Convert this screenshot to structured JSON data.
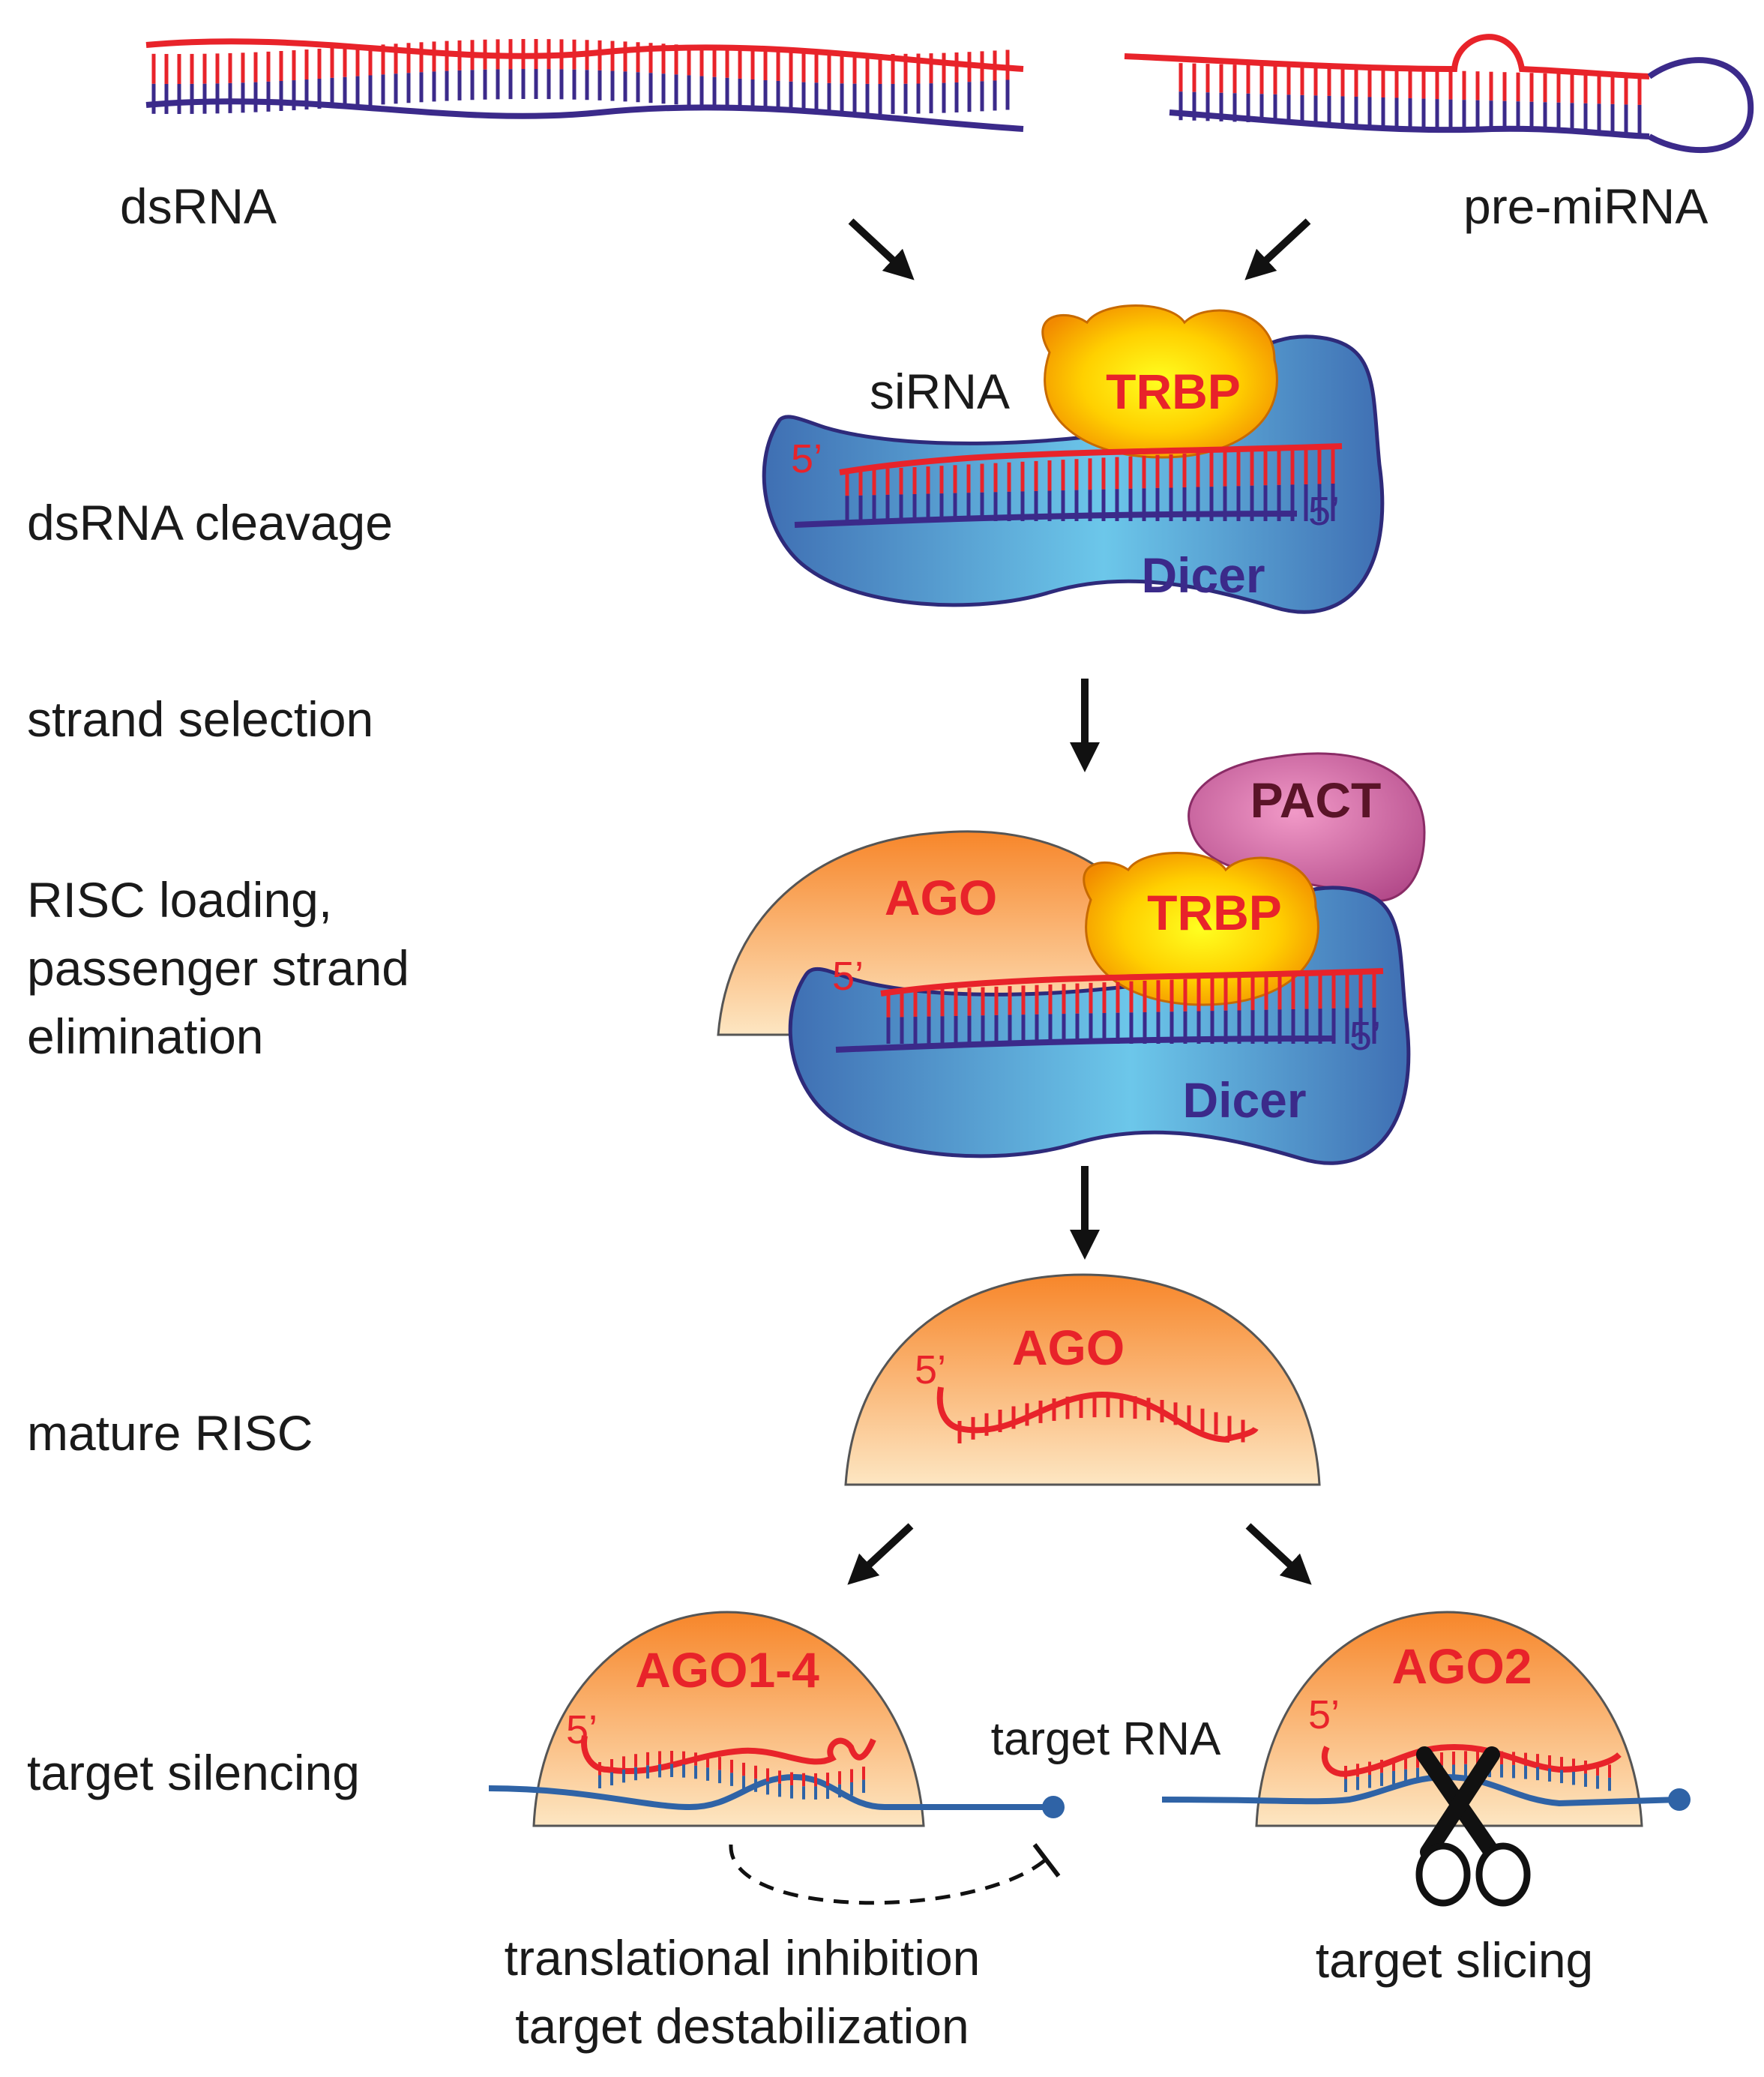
{
  "inputs": {
    "dsrna": "dsRNA",
    "pre_mirna": "pre-miRNA"
  },
  "steps": {
    "cleavage": "dsRNA cleavage",
    "selection": "strand selection",
    "loading": "RISC loading,\npassenger strand\nelimination",
    "mature": "mature RISC",
    "silencing": "target silencing"
  },
  "complex1": {
    "sirna": "siRNA",
    "trbp": "TRBP",
    "dicer": "Dicer",
    "five_prime_red": "5’",
    "five_prime_blue": "5’"
  },
  "complex2": {
    "pact": "PACT",
    "ago": "AGO",
    "trbp": "TRBP",
    "dicer": "Dicer",
    "five_prime_red": "5’",
    "five_prime_blue": "5’"
  },
  "mature_risc": {
    "ago": "AGO",
    "five_prime": "5’"
  },
  "silencing_left": {
    "ago": "AGO1-4",
    "five_prime": "5’",
    "outcome": "translational inhibition\ntarget destabilization"
  },
  "silencing_right": {
    "ago": "AGO2",
    "five_prime": "5’",
    "outcome": "target slicing"
  },
  "target_rna": "target RNA",
  "colors": {
    "guide_strand": "#e8232a",
    "passenger_strand": "#3b2a8a",
    "target_strand": "#2f63a6",
    "dicer": "#4a86c4",
    "trbp": "#f7a800",
    "ago": "#f7923a",
    "pact": "#c8609a"
  }
}
